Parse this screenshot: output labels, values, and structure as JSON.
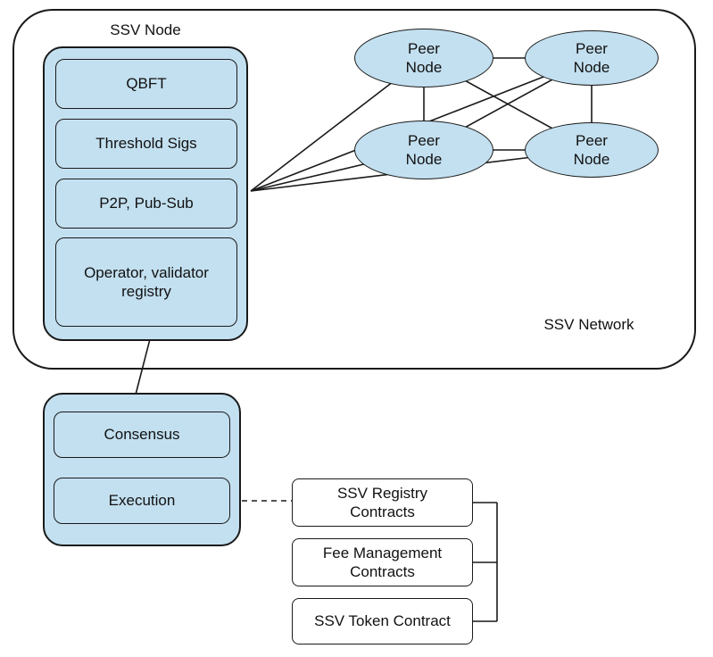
{
  "diagram": {
    "node_label": "SSV Node",
    "network_label": "SSV Network",
    "node_modules": [
      {
        "label": "QBFT"
      },
      {
        "label": "Threshold Sigs"
      },
      {
        "label": "P2P, Pub-Sub"
      },
      {
        "label": "Operator, validator\nregistry"
      }
    ],
    "peer_nodes": [
      {
        "label": "Peer\nNode"
      },
      {
        "label": "Peer\nNode"
      },
      {
        "label": "Peer\nNode"
      },
      {
        "label": "Peer\nNode"
      }
    ],
    "eth_client_modules": [
      {
        "label": "Consensus"
      },
      {
        "label": "Execution"
      }
    ],
    "contracts": [
      {
        "label": "SSV Registry\nContracts"
      },
      {
        "label": "Fee Management\nContracts"
      },
      {
        "label": "SSV Token Contract"
      }
    ],
    "colors": {
      "node_fill": "#C3E0F0",
      "stroke": "#1A1A1A",
      "background": "#FFFFFF"
    }
  }
}
